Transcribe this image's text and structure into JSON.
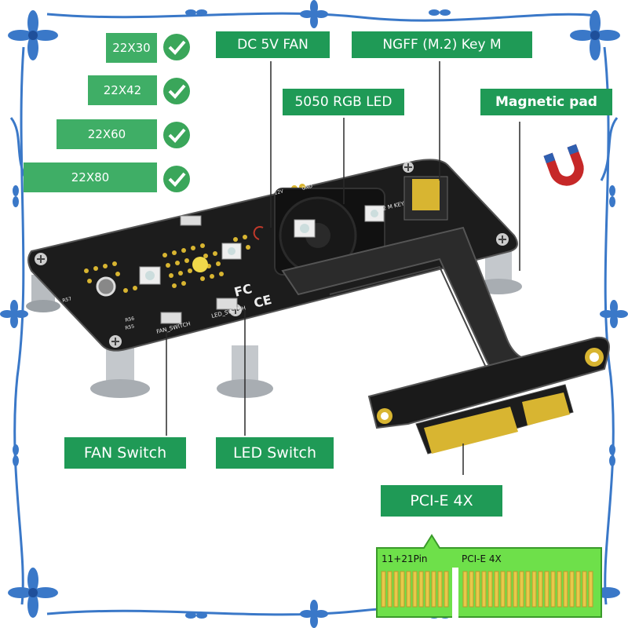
{
  "sizes": [
    "22X30",
    "22X42",
    "22X60",
    "22X80"
  ],
  "labels": {
    "fan": "DC 5V  FAN",
    "ngff": "NGFF  (M.2)  Key  M",
    "rgb": "5050  RGB  LED",
    "magnetic": "Magnetic pad",
    "fan_switch": "FAN  Switch",
    "led_switch": "LED  Switch",
    "pcie": "PCI-E  4X"
  },
  "board_text": {
    "fan_switch": "FAN_SWITCH",
    "led_switch": "LED_SWITCH",
    "ngff_key": "M.2 M KEY",
    "fc": "FC",
    "ce": "CE",
    "v5": "12V",
    "gnd": "GND",
    "r56": "R56",
    "r55": "R55",
    "r57": "R57"
  },
  "inset": {
    "pins": "11+21Pin",
    "name": "PCI-E 4X"
  },
  "colors": {
    "label_green": "#1f9a56",
    "size_green": "#3fae66",
    "frame_blue": "#3a78c8",
    "pcb_black": "#1c1c1c",
    "gold": "#d8b531",
    "inset_green": "#6ee04a"
  }
}
